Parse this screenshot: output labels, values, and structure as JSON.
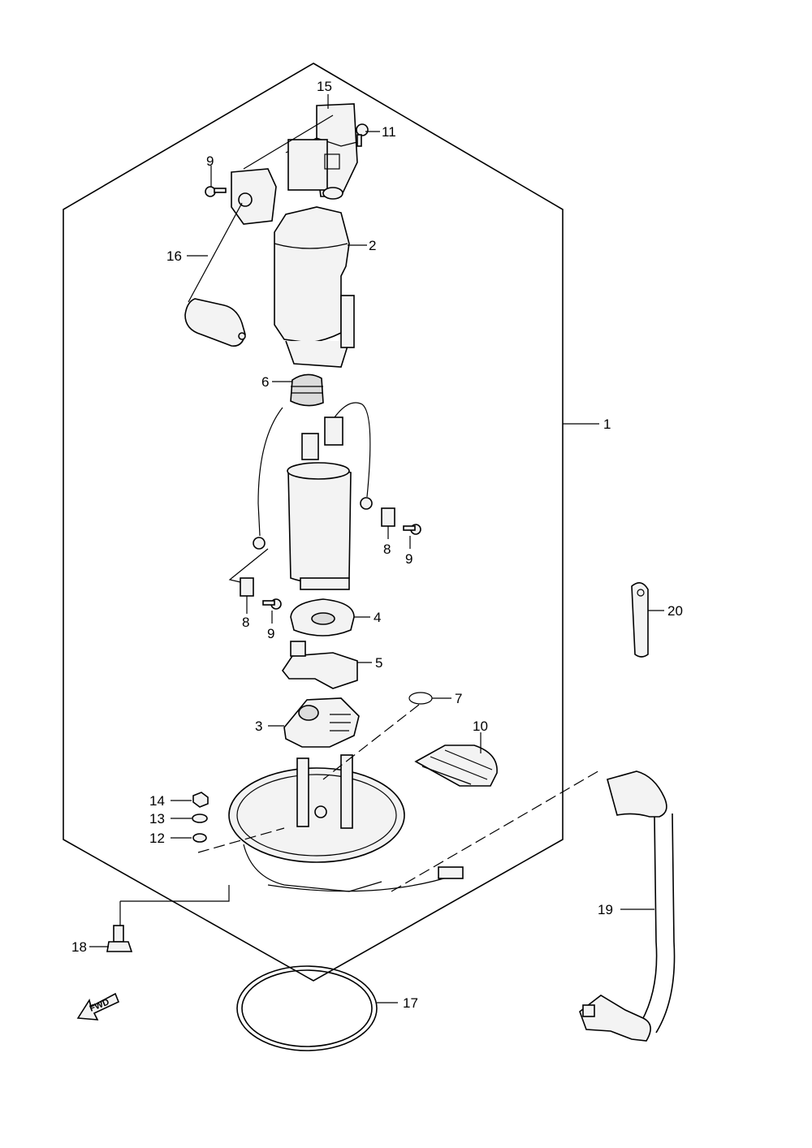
{
  "fwd_label": "FWD",
  "callouts": {
    "c1": "1",
    "c2": "2",
    "c3": "3",
    "c4": "4",
    "c5": "5",
    "c6": "6",
    "c7": "7",
    "c8a": "8",
    "c8b": "8",
    "c9a": "9",
    "c9b": "9",
    "c9c": "9",
    "c10": "10",
    "c11": "11",
    "c12": "12",
    "c13": "13",
    "c14": "14",
    "c15": "15",
    "c16": "16",
    "c17": "17",
    "c18": "18",
    "c19": "19",
    "c20": "20"
  }
}
